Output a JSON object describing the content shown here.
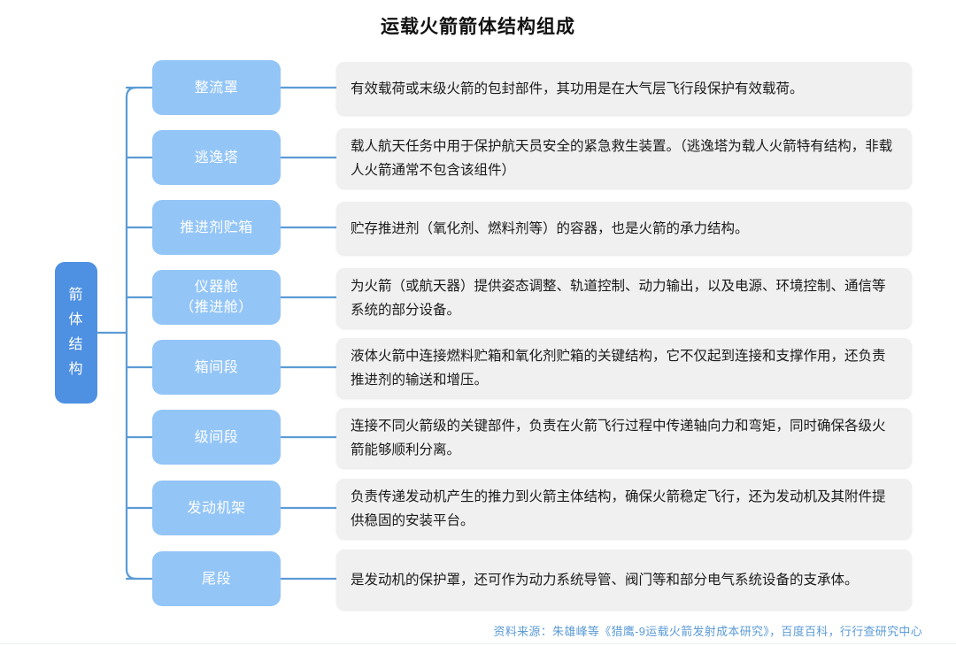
{
  "title": "运载火箭箭体结构组成",
  "root": {
    "label": "箭体结构",
    "chars": [
      "箭",
      "体",
      "结",
      "构"
    ],
    "color": "#4e90e2"
  },
  "colors": {
    "node_fill": "#93c5f7",
    "root_fill": "#4e90e2",
    "desc_fill": "#f0f0f0",
    "connector": "#5b9bd5",
    "source_text": "#5b9bd5",
    "title_text": "#111111"
  },
  "rows": [
    {
      "node": "整流罩",
      "desc": "有效载荷或末级火箭的包封部件，其功用是在大气层飞行段保护有效载荷。"
    },
    {
      "node": "逃逸塔",
      "desc": "载人航天任务中用于保护航天员安全的紧急救生装置。（逃逸塔为载人火箭特有结构，非载人火箭通常不包含该组件）"
    },
    {
      "node": "推进剂贮箱",
      "desc": "贮存推进剂（氧化剂、燃料剂等）的容器，也是火箭的承力结构。"
    },
    {
      "node": "仪器舱\n（推进舱）",
      "desc": "为火箭（或航天器）提供姿态调整、轨道控制、动力输出，以及电源、环境控制、通信等系统的部分设备。"
    },
    {
      "node": "箱间段",
      "desc": "液体火箭中连接燃料贮箱和氧化剂贮箱的关键结构，它不仅起到连接和支撑作用，还负责推进剂的输送和增压。"
    },
    {
      "node": "级间段",
      "desc": "连接不同火箭级的关键部件，负责在火箭飞行过程中传递轴向力和弯矩，同时确保各级火箭能够顺利分离。"
    },
    {
      "node": "发动机架",
      "desc": "负责传递发动机产生的推力到火箭主体结构，确保火箭稳定飞行，还为发动机及其附件提供稳固的安装平台。"
    },
    {
      "node": "尾段",
      "desc": "是发动机的保护罩，还可作为动力系统导管、阀门等和部分电气系统设备的支承体。"
    }
  ],
  "source": "资料来源：朱雄峰等《猎鹰-9运载火箭发射成本研究》，百度百科，行行查研究中心"
}
